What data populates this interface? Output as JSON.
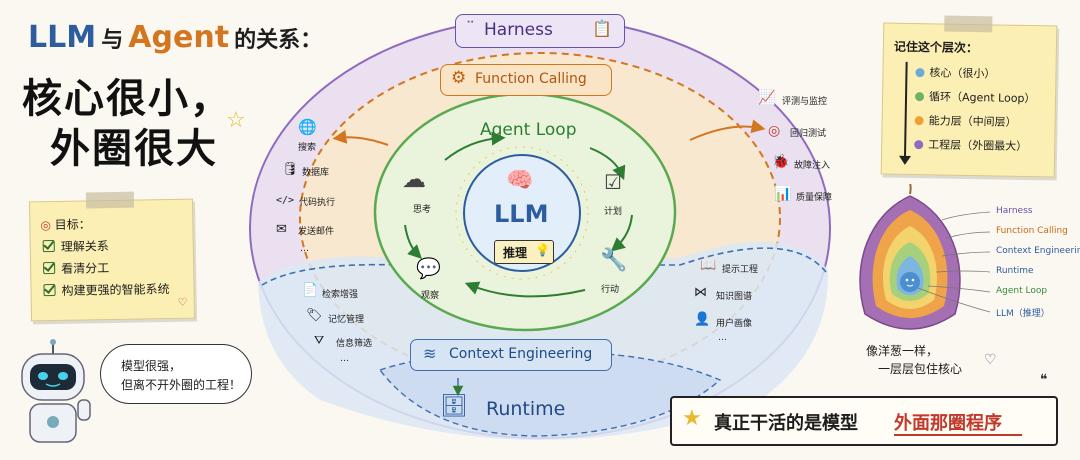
{
  "title": {
    "llm": "LLM",
    "yu": "与",
    "agent": "Agent",
    "rel": "的关系：",
    "line2": "核心很小，",
    "line3": "外圈很大"
  },
  "goal": {
    "header": "目标：",
    "items": [
      "理解关系",
      "看清分工",
      "构建更强的智能系统"
    ]
  },
  "robot_bubble": {
    "line1": "模型很强，",
    "line2": "但离不开外圈的工程！"
  },
  "layers": {
    "harness": "Harness",
    "function_calling": "Function Calling",
    "agent_loop": "Agent Loop",
    "llm": "LLM",
    "reasoning": "推理",
    "context_engineering": "Context Engineering",
    "runtime": "Runtime"
  },
  "loop_steps": {
    "think": "思考",
    "plan": "计划",
    "act": "行动",
    "observe": "观察"
  },
  "tools": [
    {
      "icon": "globe-icon",
      "label": "搜索"
    },
    {
      "icon": "database-icon",
      "label": "数据库"
    },
    {
      "icon": "code-icon",
      "label": "代码执行"
    },
    {
      "icon": "mail-icon",
      "label": "发送邮件"
    }
  ],
  "tools_more": "…",
  "harness_items": [
    {
      "icon": "chart-icon",
      "label": "评测与监控"
    },
    {
      "icon": "target-icon",
      "label": "回归测试"
    },
    {
      "icon": "bug-icon",
      "label": "故障注入"
    },
    {
      "icon": "bar-icon",
      "label": "质量保障"
    }
  ],
  "context_left": [
    {
      "icon": "doc-icon",
      "label": "检索增强"
    },
    {
      "icon": "tag-icon",
      "label": "记忆管理"
    },
    {
      "icon": "filter-icon",
      "label": "信息筛选"
    }
  ],
  "context_left_more": "…",
  "context_right": [
    {
      "icon": "book-icon",
      "label": "提示工程"
    },
    {
      "icon": "graph-icon",
      "label": "知识图谱"
    },
    {
      "icon": "user-icon",
      "label": "用户画像"
    }
  ],
  "context_right_more": "…",
  "legend": {
    "header": "记住这个层次：",
    "items": [
      {
        "label": "核心（很小）",
        "color": "#6aa9d8"
      },
      {
        "label": "循环（Agent Loop）",
        "color": "#6fb267"
      },
      {
        "label": "能力层（中间层）",
        "color": "#f0a030"
      },
      {
        "label": "工程层（外圈最大）",
        "color": "#8f6bbf"
      }
    ]
  },
  "onion": {
    "labels": [
      {
        "text": "Harness",
        "color": "#6b4fa8"
      },
      {
        "text": "Function Calling",
        "color": "#c86a16"
      },
      {
        "text": "Context Engineering",
        "color": "#2e5d9f"
      },
      {
        "text": "Runtime",
        "color": "#2e5d9f"
      },
      {
        "text": "Agent Loop",
        "color": "#3a8a3a"
      },
      {
        "text": "LLM（推理）",
        "color": "#2e5d9f"
      }
    ],
    "caption1": "像洋葱一样，",
    "caption2": "一层层包住核心"
  },
  "banner": {
    "prefix": "真正干活的是模型",
    "highlight": "外面那圈程序"
  }
}
